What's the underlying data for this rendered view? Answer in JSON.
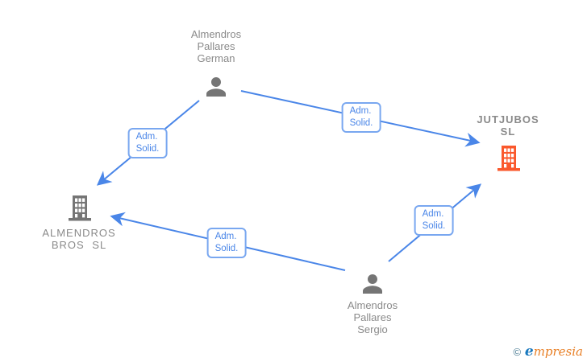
{
  "diagram": {
    "title": "corporate-relations-graph",
    "colors": {
      "edge_blue": "#4a86e8",
      "edge_label_border": "#79a7f0",
      "person_gray": "#757575",
      "company_gray": "#757575",
      "company_orange": "#fa582c",
      "node_text_gray": "#8a8a8a"
    },
    "nodes": {
      "german": {
        "type": "person",
        "label_lines": [
          "Almendros",
          "Pallares",
          "German"
        ]
      },
      "sergio": {
        "type": "person",
        "label_lines": [
          "Almendros",
          "Pallares",
          "Sergio"
        ]
      },
      "jutjubos": {
        "type": "company",
        "highlight": true,
        "label_lines": [
          "JUTJUBOS",
          "SL"
        ]
      },
      "almendros_bros": {
        "type": "company",
        "highlight": false,
        "label_lines": [
          "ALMENDROS",
          "BROS SL"
        ]
      }
    },
    "edges": [
      {
        "from": "german",
        "to": "jutjubos",
        "label_lines": [
          "Adm.",
          "Solid."
        ]
      },
      {
        "from": "german",
        "to": "almendros_bros",
        "label_lines": [
          "Adm.",
          "Solid."
        ]
      },
      {
        "from": "sergio",
        "to": "almendros_bros",
        "label_lines": [
          "Adm.",
          "Solid."
        ]
      },
      {
        "from": "sergio",
        "to": "jutjubos",
        "label_lines": [
          "Adm.",
          "Solid."
        ]
      }
    ]
  },
  "watermark": {
    "copyright": "©",
    "brand_first": "e",
    "brand_rest": "mpresia"
  }
}
